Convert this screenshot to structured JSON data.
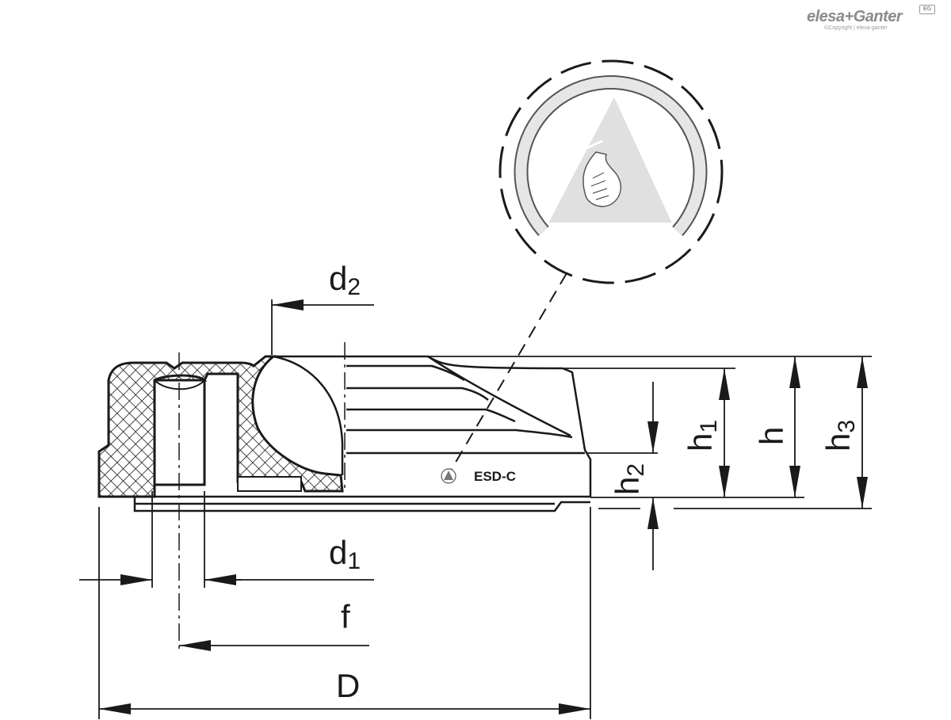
{
  "logo": {
    "brand": "elesa+Ganter",
    "copyright": "©Copyright | elesa-ganter",
    "badge": "EG"
  },
  "part_marking": {
    "text": "ESD-C"
  },
  "dimensions": {
    "d1": {
      "main": "d",
      "sub": "1"
    },
    "d2": {
      "main": "d",
      "sub": "2"
    },
    "f": {
      "main": "f"
    },
    "D": {
      "main": "D"
    },
    "h": {
      "main": "h"
    },
    "h1": {
      "main": "h",
      "sub": "1"
    },
    "h2": {
      "main": "h",
      "sub": "2"
    },
    "h3": {
      "main": "h",
      "sub": "3"
    }
  },
  "colors": {
    "line": "#1a1a1a",
    "hatch": "#1a1a1a",
    "symbol_fill": "#dcdcdc",
    "logo": "#8a8a8a"
  },
  "icons": {
    "esd_symbol": "esd-warning-icon",
    "esd_small": "esd-small-icon"
  }
}
